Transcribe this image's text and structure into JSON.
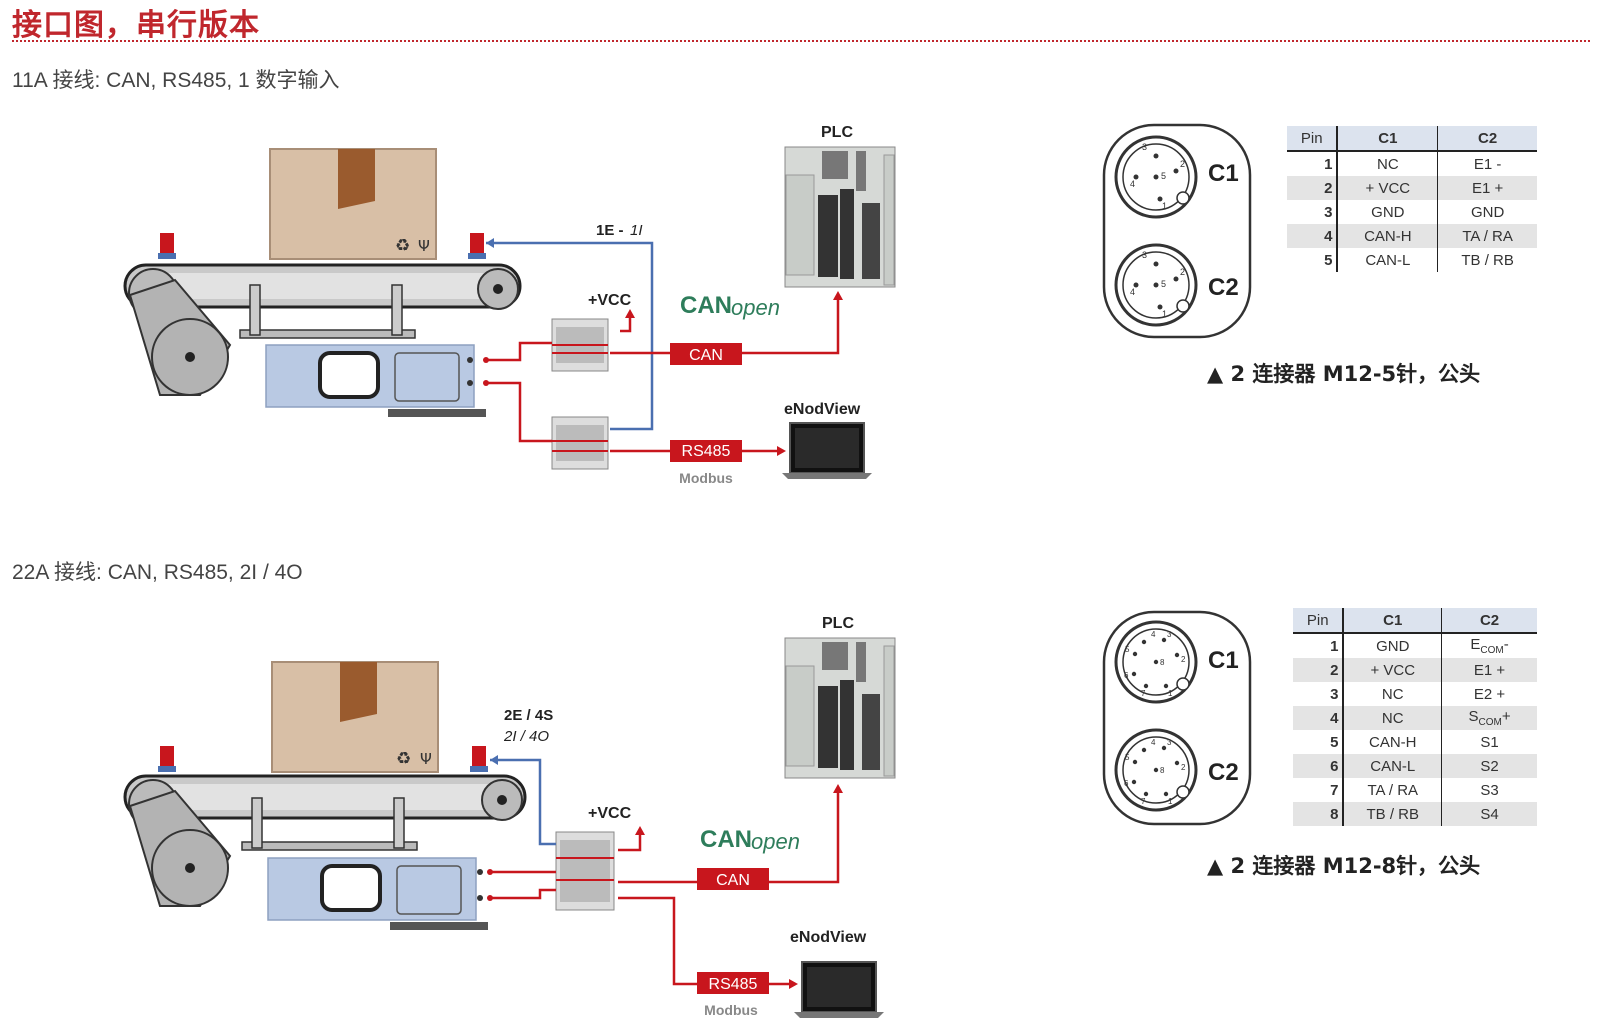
{
  "title": "接口图，串行版本",
  "sections": [
    {
      "heading": "11A 接线: CAN, RS485, 1 数字输入",
      "io_label_1": "1E - ",
      "io_label_2": "1I",
      "vcc": "+VCC",
      "plc": "PLC",
      "can_logo_a": "CAN",
      "can_logo_b": "open",
      "can_tag": "CAN",
      "rs485_tag": "RS485",
      "modbus": "Modbus",
      "enodview": "eNodView",
      "connector_labels": [
        "C1",
        "C2"
      ],
      "pin_numbers": [
        "1",
        "2",
        "3",
        "4",
        "5"
      ],
      "table": {
        "headers": [
          "Pin",
          "C1",
          "C2"
        ],
        "rows": [
          {
            "pin": "1",
            "c1": "NC",
            "c2": "E1 -"
          },
          {
            "pin": "2",
            "c1": "+ VCC",
            "c2": "E1 +"
          },
          {
            "pin": "3",
            "c1": "GND",
            "c2": "GND"
          },
          {
            "pin": "4",
            "c1": "CAN-H",
            "c2": "TA / RA"
          },
          {
            "pin": "5",
            "c1": "CAN-L",
            "c2": "TB / RB"
          }
        ]
      },
      "caption": "▲ 2 连接器 M12-5针，公头"
    },
    {
      "heading": "22A 接线: CAN, RS485, 2I / 4O",
      "io_label_1": "2E / 4S",
      "io_label_2": "2I / 4O",
      "vcc": "+VCC",
      "plc": "PLC",
      "can_logo_a": "CAN",
      "can_logo_b": "open",
      "can_tag": "CAN",
      "rs485_tag": "RS485",
      "modbus": "Modbus",
      "enodview": "eNodView",
      "connector_labels": [
        "C1",
        "C2"
      ],
      "pin_numbers": [
        "1",
        "2",
        "3",
        "4",
        "5",
        "6",
        "7",
        "8"
      ],
      "table": {
        "headers": [
          "Pin",
          "C1",
          "C2"
        ],
        "rows": [
          {
            "pin": "1",
            "c1": "GND",
            "c2_main": "E",
            "c2_sub": "COM",
            "c2_tail": "-"
          },
          {
            "pin": "2",
            "c1": "+ VCC",
            "c2": "E1 +"
          },
          {
            "pin": "3",
            "c1": "NC",
            "c2": "E2 +"
          },
          {
            "pin": "4",
            "c1": "NC",
            "c2_main": "S",
            "c2_sub": "COM",
            "c2_tail": "+"
          },
          {
            "pin": "5",
            "c1": "CAN-H",
            "c2": "S1"
          },
          {
            "pin": "6",
            "c1": "CAN-L",
            "c2": "S2"
          },
          {
            "pin": "7",
            "c1": "TA / RA",
            "c2": "S3"
          },
          {
            "pin": "8",
            "c1": "TB / RB",
            "c2": "S4"
          }
        ]
      },
      "caption": "▲ 2 连接器 M12-8针，公头"
    }
  ],
  "colors": {
    "accent": "#c0272d",
    "wire_red": "#c8161d",
    "wire_blue": "#4a6fb0",
    "box": "#d8bfa6",
    "tape": "#9a5b2e",
    "loadcell": "#b9c9e3",
    "plc": "#d6d9d6",
    "table_header": "#dce3ee",
    "canopen_green": "#2e7d5b"
  }
}
